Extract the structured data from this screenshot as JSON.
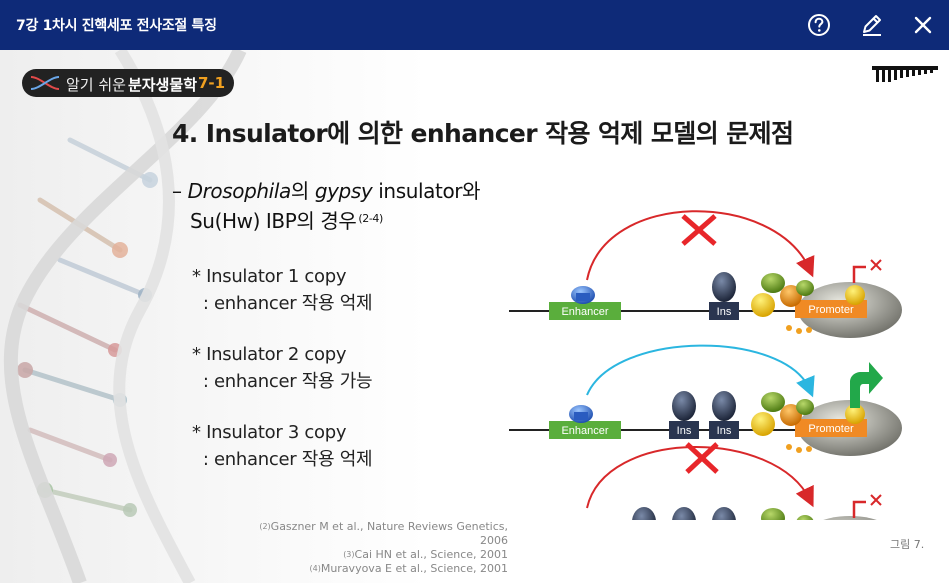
{
  "window": {
    "title": "7강 1차시 진핵세포 전사조절 특징",
    "help_icon": "help-circle-icon",
    "edit_icon": "pencil-icon",
    "close_icon": "close-icon"
  },
  "colors": {
    "topbar": "#0e2a78",
    "accent_orange": "#f0a020",
    "arrow_red": "#e8262a",
    "arrow_blue": "#2bb6e0",
    "arrow_green": "#22a84a",
    "enhancer_box": "#5aae3c",
    "ins_box": "#2a3550",
    "promoter_box": "#f08a24"
  },
  "logo": {
    "text_light": "알기 쉬운",
    "text_bold": "분자생물학",
    "text_num": "7-1"
  },
  "slide": {
    "heading": "4. Insulator에 의한 enhancer 작용 억제 모델의 문제점",
    "sub_dash": "–",
    "sub_species": "Drosophila",
    "sub_ui": "의",
    "sub_gypsy": "gypsy",
    "sub_rest": "insulator와",
    "sub_line2": "Su(Hw)  IBP의 경우",
    "sub_sup": "(2-4)",
    "items": [
      {
        "title": "* Insulator 1 copy",
        "desc": "  : enhancer 작용 억제"
      },
      {
        "title": "* Insulator 2 copy",
        "desc": "  : enhancer 작용 가능"
      },
      {
        "title": "* Insulator 3 copy",
        "desc": "  : enhancer 작용 억제"
      }
    ],
    "refs": [
      {
        "num": "(2)",
        "text": "Gaszner M et al., Nature Reviews Genetics, 2006"
      },
      {
        "num": "(3)",
        "text": "Cai HN et al., Science, 2001"
      },
      {
        "num": "(4)",
        "text": "Muravyova E et al., Science, 2001"
      }
    ],
    "figure_label": "그림 7."
  },
  "diagram": {
    "enhancer_label": "Enhancer",
    "ins_label": "Ins",
    "promoter_label": "Promoter",
    "rows": [
      {
        "ins_count": 1,
        "result": "blocked"
      },
      {
        "ins_count": 2,
        "result": "active"
      },
      {
        "ins_count": 3,
        "result": "blocked"
      }
    ]
  }
}
